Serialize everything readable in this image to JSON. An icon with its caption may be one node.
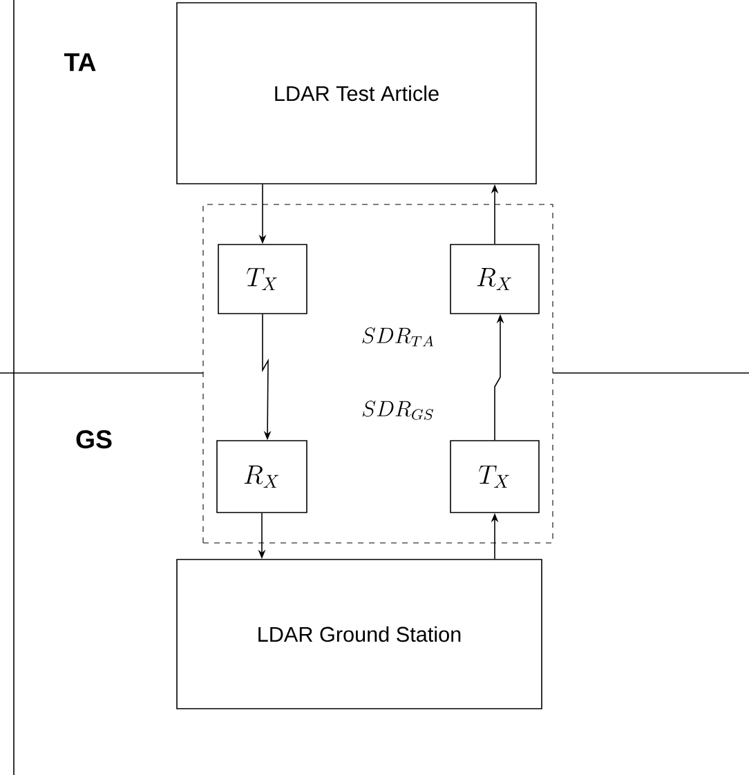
{
  "diagram": {
    "nodes": [
      {
        "text": [
          "LDAR Test Article"
        ]
      },
      {
        "text": [
          "SDR_{TA}",
          "SDR_{GS}"
        ]
      },
      {
        "text": [
          "T_X"
        ],
        "in": 1
      },
      {
        "text": [
          "R_X"
        ],
        "in": 1
      },
      {
        "text": [
          "R_X"
        ],
        "in": 1
      },
      {
        "text": [
          "T_X"
        ],
        "in": 1
      },
      {
        "text": [
          "LDAR Ground Station"
        ]
      }
    ],
    "edges": [
      {
        "from": 0,
        "to": 2,
        "arrow": "to"
      },
      {
        "from": 3,
        "to": 0,
        "arrow": "to"
      },
      {
        "from": 2,
        "to": 4,
        "arrow": "to"
      },
      {
        "from": 5,
        "to": 3,
        "arrow": "to"
      },
      {
        "from": 4,
        "to": 6,
        "arrow": "to"
      },
      {
        "from": 6,
        "to": 5,
        "arrow": "to"
      }
    ],
    "labels": [
      "TA",
      "GS"
    ]
  }
}
